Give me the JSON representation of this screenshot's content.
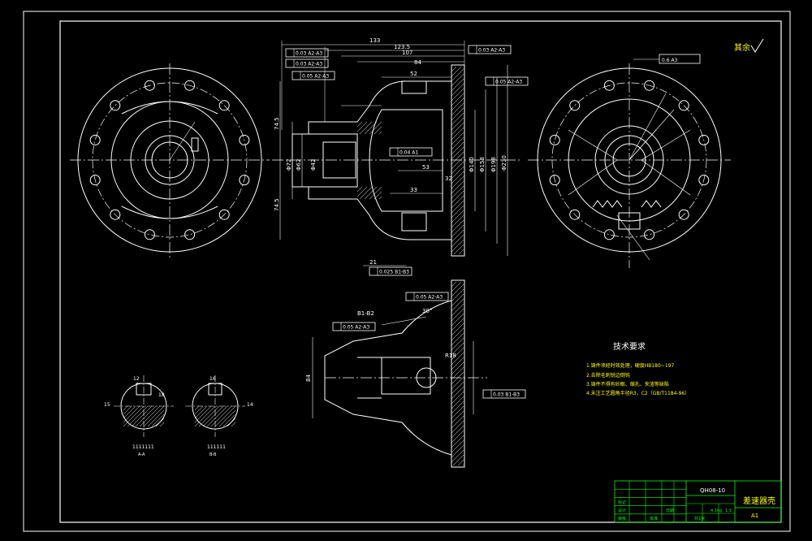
{
  "colors": {
    "background": "#000000",
    "outline": "#ffffff",
    "dimension": "#ffffff",
    "center_line": "#ffffff",
    "title_block": "#00ff00",
    "note_text": "#ffff00"
  },
  "surface_finish": {
    "label": "其余"
  },
  "tech_requirements": {
    "title": "技术要求",
    "items": [
      "1.铸件须经时效处理，硬度HB180~197",
      "2.去除毛刺锐边倒钝",
      "3.铸件不得有砂眼、缩孔、夹渣等缺陷",
      "4.未注工艺圆角半径R3，C2（GB/T1184-96）"
    ]
  },
  "section_labels": {
    "left": "1111111",
    "left_sub": "A-A",
    "right": "111111",
    "right_sub": "B-B"
  },
  "dimensions": {
    "top_overall": "133",
    "top_second": "123.5",
    "top_third": "107",
    "top_fourth": "84",
    "top_fifth": "52",
    "mid_dim": "53",
    "mid_dim2": "33",
    "mid_dim3": "32",
    "left_dia1": "Φ72",
    "left_dia2": "Φ62",
    "left_dia3": "Φ42",
    "right_dia1": "Φ230",
    "right_dia2": "Φ198",
    "right_dia3": "Φ158",
    "right_dia4": "Φ140",
    "left_vert1": "74.5",
    "left_vert2": "74.5",
    "bottom_dim": "21",
    "lower_height": "84",
    "lower_angle": "30°",
    "lower_label": "R18",
    "lower_note1": "B1-B2",
    "sec_dim1": "12",
    "sec_dim2": "15",
    "sec_dim3": "16",
    "sec_dim4": "14",
    "sec_dim5": "18"
  },
  "tolerance_frames": [
    {
      "text": "0.03 A2-A3"
    },
    {
      "text": "0.03 A2-A3"
    },
    {
      "text": "0.05 A2-A3"
    },
    {
      "text": "0.03 A2-A3"
    },
    {
      "text": "0.05 A2-A3"
    },
    {
      "text": "0.04 A1"
    },
    {
      "text": "0.025 B1-B3"
    },
    {
      "text": "0.05 A2-A3"
    },
    {
      "text": "0.05 A2-A3"
    },
    {
      "text": "0.03 B1-B3"
    },
    {
      "text": "0.6 A3"
    }
  ],
  "title_block": {
    "drawing_no": "QH08-10",
    "part_name": "差速器壳",
    "sheet": "A1",
    "material_row1": "标记",
    "material_row2": "设计",
    "scale": "1:1",
    "weight": "4.1kg",
    "sheets": "共1张",
    "cell_a": "审核",
    "cell_b": "批准",
    "cell_c": "日期"
  }
}
